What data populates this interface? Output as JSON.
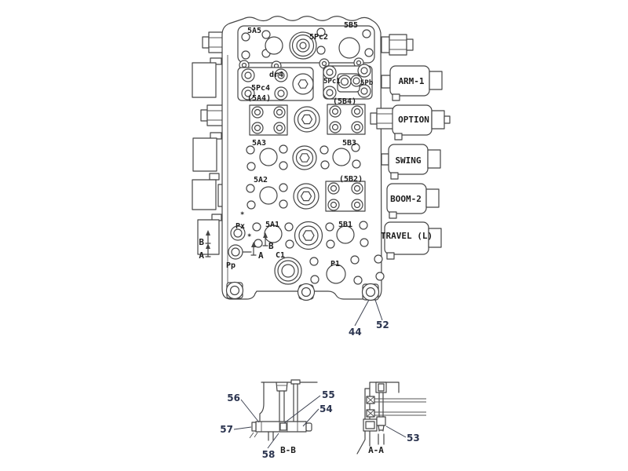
{
  "valve": {
    "ports": {
      "a5": "5A5",
      "pc2": "5Pc2",
      "b5": "5B5",
      "dr4": "dr4",
      "pc4": "5Pc4",
      "pc1": "5Pc1",
      "pb": "5Pb",
      "a4": "(5A4)",
      "b4": "(5B4)",
      "a3": "5A3",
      "b3": "5B3",
      "a2": "5A2",
      "b2": "(5B2)",
      "a1": "5A1",
      "b1": "5B1",
      "px": "Px",
      "pp": "Pp",
      "c1": "C1",
      "p1": "P1",
      "asterisk": "*"
    },
    "actuators": [
      {
        "label": "ARM-1"
      },
      {
        "label": "OPTION"
      },
      {
        "label": "SWING"
      },
      {
        "label": "BOOM-2"
      },
      {
        "label": "TRAVEL (L)"
      }
    ],
    "view_arrows": {
      "b": "B",
      "a": "A"
    },
    "callouts": {
      "c44": "44",
      "c52": "52"
    }
  },
  "sections": {
    "bb": {
      "label": "B-B",
      "callouts": {
        "c54": "54",
        "c55": "55",
        "c56": "56",
        "c57": "57",
        "c58": "58"
      }
    },
    "aa": {
      "label": "A-A",
      "callouts": {
        "c53": "53"
      }
    }
  },
  "colors": {
    "line": "#454545",
    "label": "#1d1d1d",
    "callout": "#2b344f",
    "background": "#ffffff"
  }
}
